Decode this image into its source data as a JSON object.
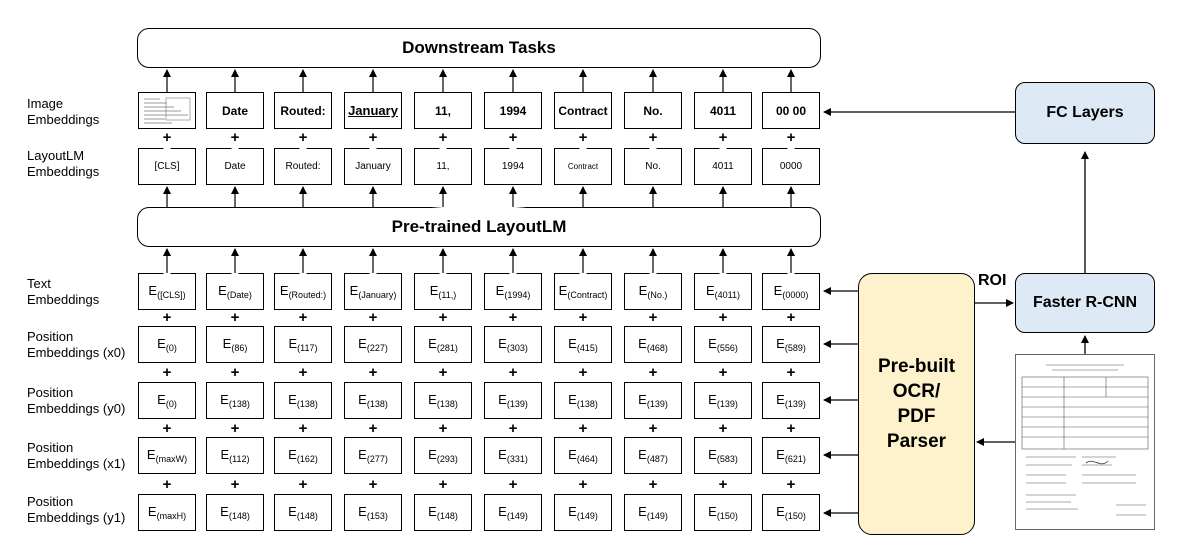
{
  "top_bar": "Downstream Tasks",
  "middle_bar": "Pre-trained LayoutLM",
  "row_labels": {
    "image": [
      "Image",
      "Embeddings"
    ],
    "layoutlm": [
      "LayoutLM",
      "Embeddings"
    ],
    "text": [
      "Text",
      "Embeddings"
    ],
    "x0": [
      "Position",
      "Embeddings (x0)"
    ],
    "y0": [
      "Position",
      "Embeddings (y0)"
    ],
    "x1": [
      "Position",
      "Embeddings (x1)"
    ],
    "y1": [
      "Position",
      "Embeddings (y1)"
    ]
  },
  "image_tokens": [
    "",
    "Date",
    "Routed:",
    "January",
    "11,",
    "1994",
    "Contract",
    "No.",
    "4011",
    "00 00"
  ],
  "layoutlm_tokens": [
    "[CLS]",
    "Date",
    "Routed:",
    "January",
    "11,",
    "1994",
    "Contract",
    "No.",
    "4011",
    "0000"
  ],
  "text_embeddings": [
    "[CLS]",
    "Date",
    "Routed:",
    "January",
    "11,",
    "1994",
    "Contract",
    "No.",
    "4011",
    "0000"
  ],
  "x0_embeddings": [
    "0",
    "86",
    "117",
    "227",
    "281",
    "303",
    "415",
    "468",
    "556",
    "589"
  ],
  "y0_embeddings": [
    "0",
    "138",
    "138",
    "138",
    "138",
    "139",
    "138",
    "139",
    "139",
    "139"
  ],
  "x1_embeddings": [
    "maxW",
    "112",
    "162",
    "277",
    "293",
    "331",
    "464",
    "487",
    "583",
    "621"
  ],
  "y1_embeddings": [
    "maxH",
    "148",
    "148",
    "153",
    "148",
    "149",
    "149",
    "149",
    "150",
    "150"
  ],
  "embedding_letter": "E",
  "plus_symbol": "+",
  "fc_layers": "FC Layers",
  "faster_rcnn": "Faster R-CNN",
  "roi_label": "ROI",
  "parser_lines": [
    "Pre-built",
    "OCR/",
    "PDF",
    "Parser"
  ],
  "document_icon": "scanned-document-icon",
  "colors": {
    "fc_box": "#dde9f5",
    "parser_box": "#fdf2cc"
  }
}
